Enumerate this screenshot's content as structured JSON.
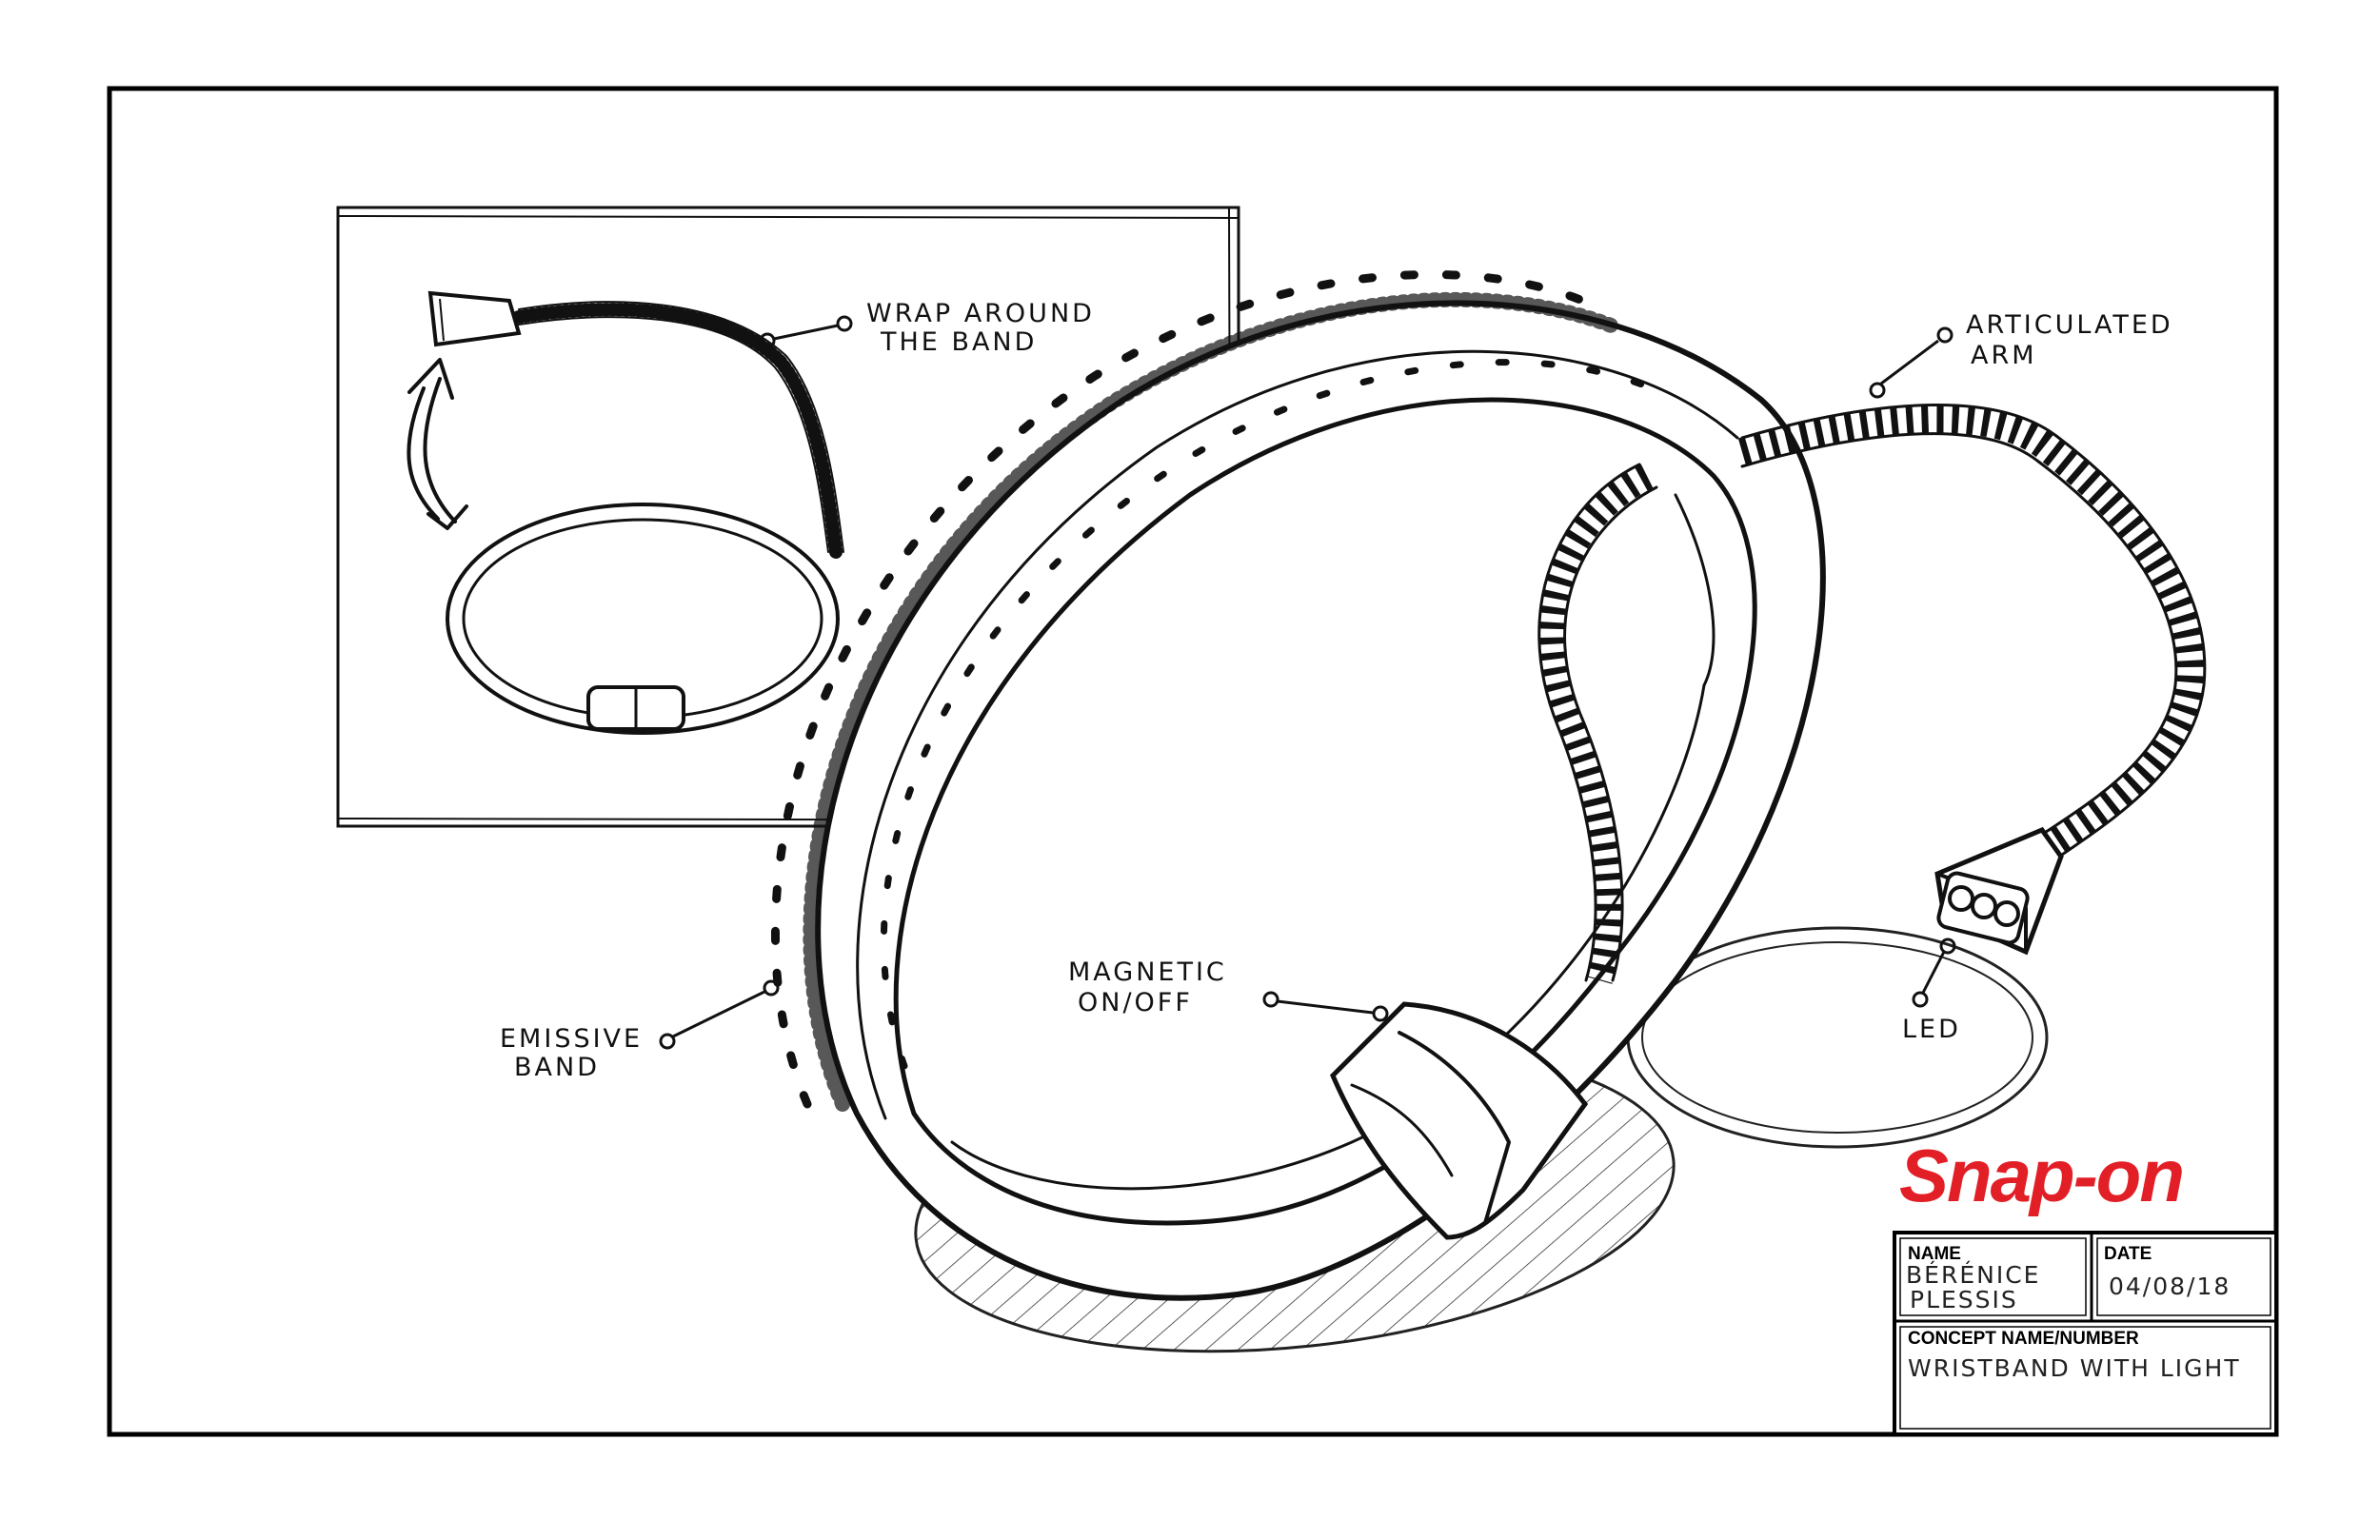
{
  "callouts": {
    "wrap_line1": "WRAP AROUND",
    "wrap_line2": "THE BAND",
    "arm_line1": "ARTICULATED",
    "arm_line2": "ARM",
    "magnetic_line1": "MAGNETIC",
    "magnetic_line2": "ON/OFF",
    "emissive_line1": "EMISSIVE",
    "emissive_line2": "BAND",
    "led": "LED"
  },
  "logo": {
    "text": "Snap-on",
    "color": "#e21f26"
  },
  "title_block": {
    "name_header": "NAME",
    "name_line1": "BÉRÉNICE",
    "name_line2": "PLESSIS",
    "date_header": "DATE",
    "date_value": "04/08/18",
    "concept_header": "CONCEPT NAME/NUMBER",
    "concept_value": "WRISTBAND WITH LIGHT"
  }
}
